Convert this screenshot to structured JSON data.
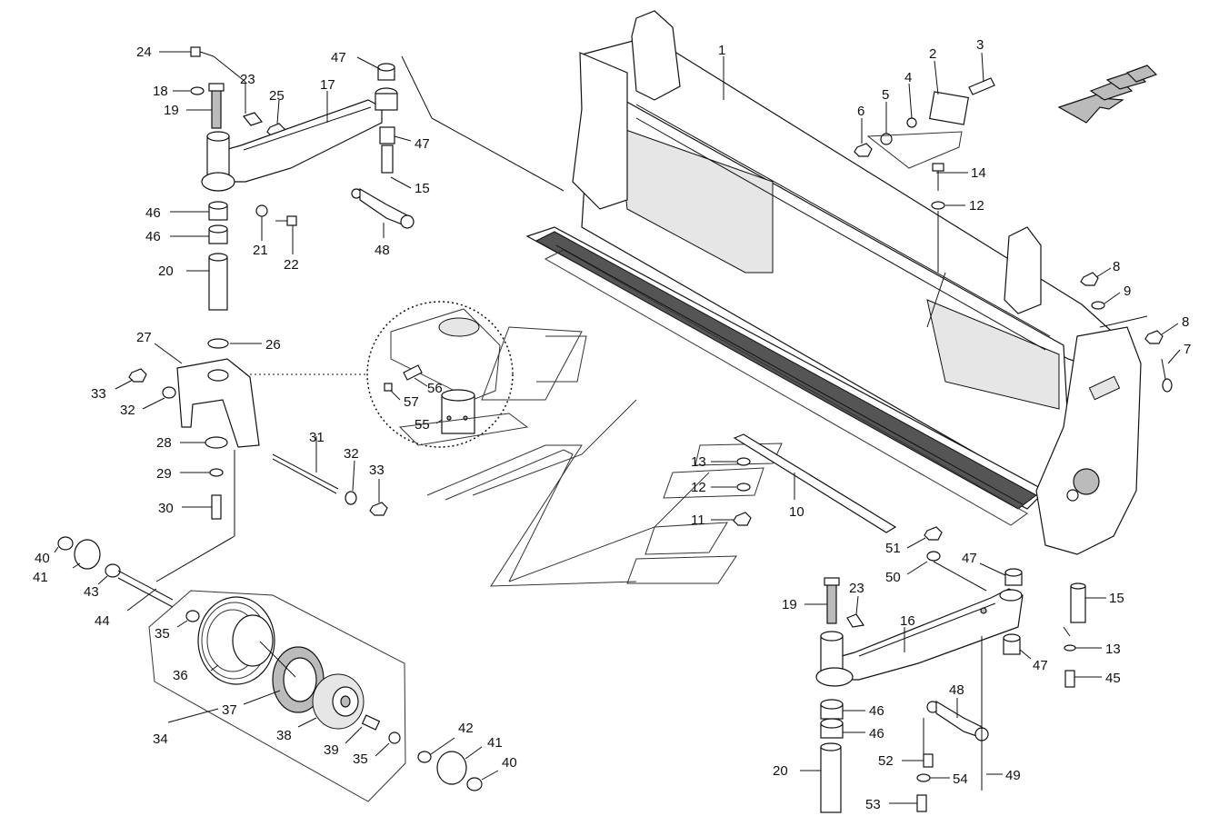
{
  "labels": [
    "1",
    "2",
    "3",
    "4",
    "5",
    "6",
    "7",
    "8",
    "8",
    "9",
    "10",
    "11",
    "12",
    "12",
    "13",
    "13",
    "14",
    "15",
    "15",
    "16",
    "17",
    "18",
    "19",
    "19",
    "20",
    "20",
    "21",
    "22",
    "23",
    "23",
    "24",
    "25",
    "26",
    "27",
    "28",
    "29",
    "30",
    "31",
    "32",
    "32",
    "33",
    "33",
    "34",
    "35",
    "35",
    "36",
    "37",
    "38",
    "39",
    "40",
    "40",
    "41",
    "41",
    "42",
    "43",
    "44",
    "45",
    "46",
    "46",
    "46",
    "46",
    "47",
    "47",
    "47",
    "47",
    "48",
    "48",
    "49",
    "50",
    "51",
    "52",
    "53",
    "54",
    "55",
    "56",
    "57"
  ],
  "colors": {
    "line": "#111111",
    "fill": "#ffffff",
    "shade": "#bbbbbb"
  }
}
